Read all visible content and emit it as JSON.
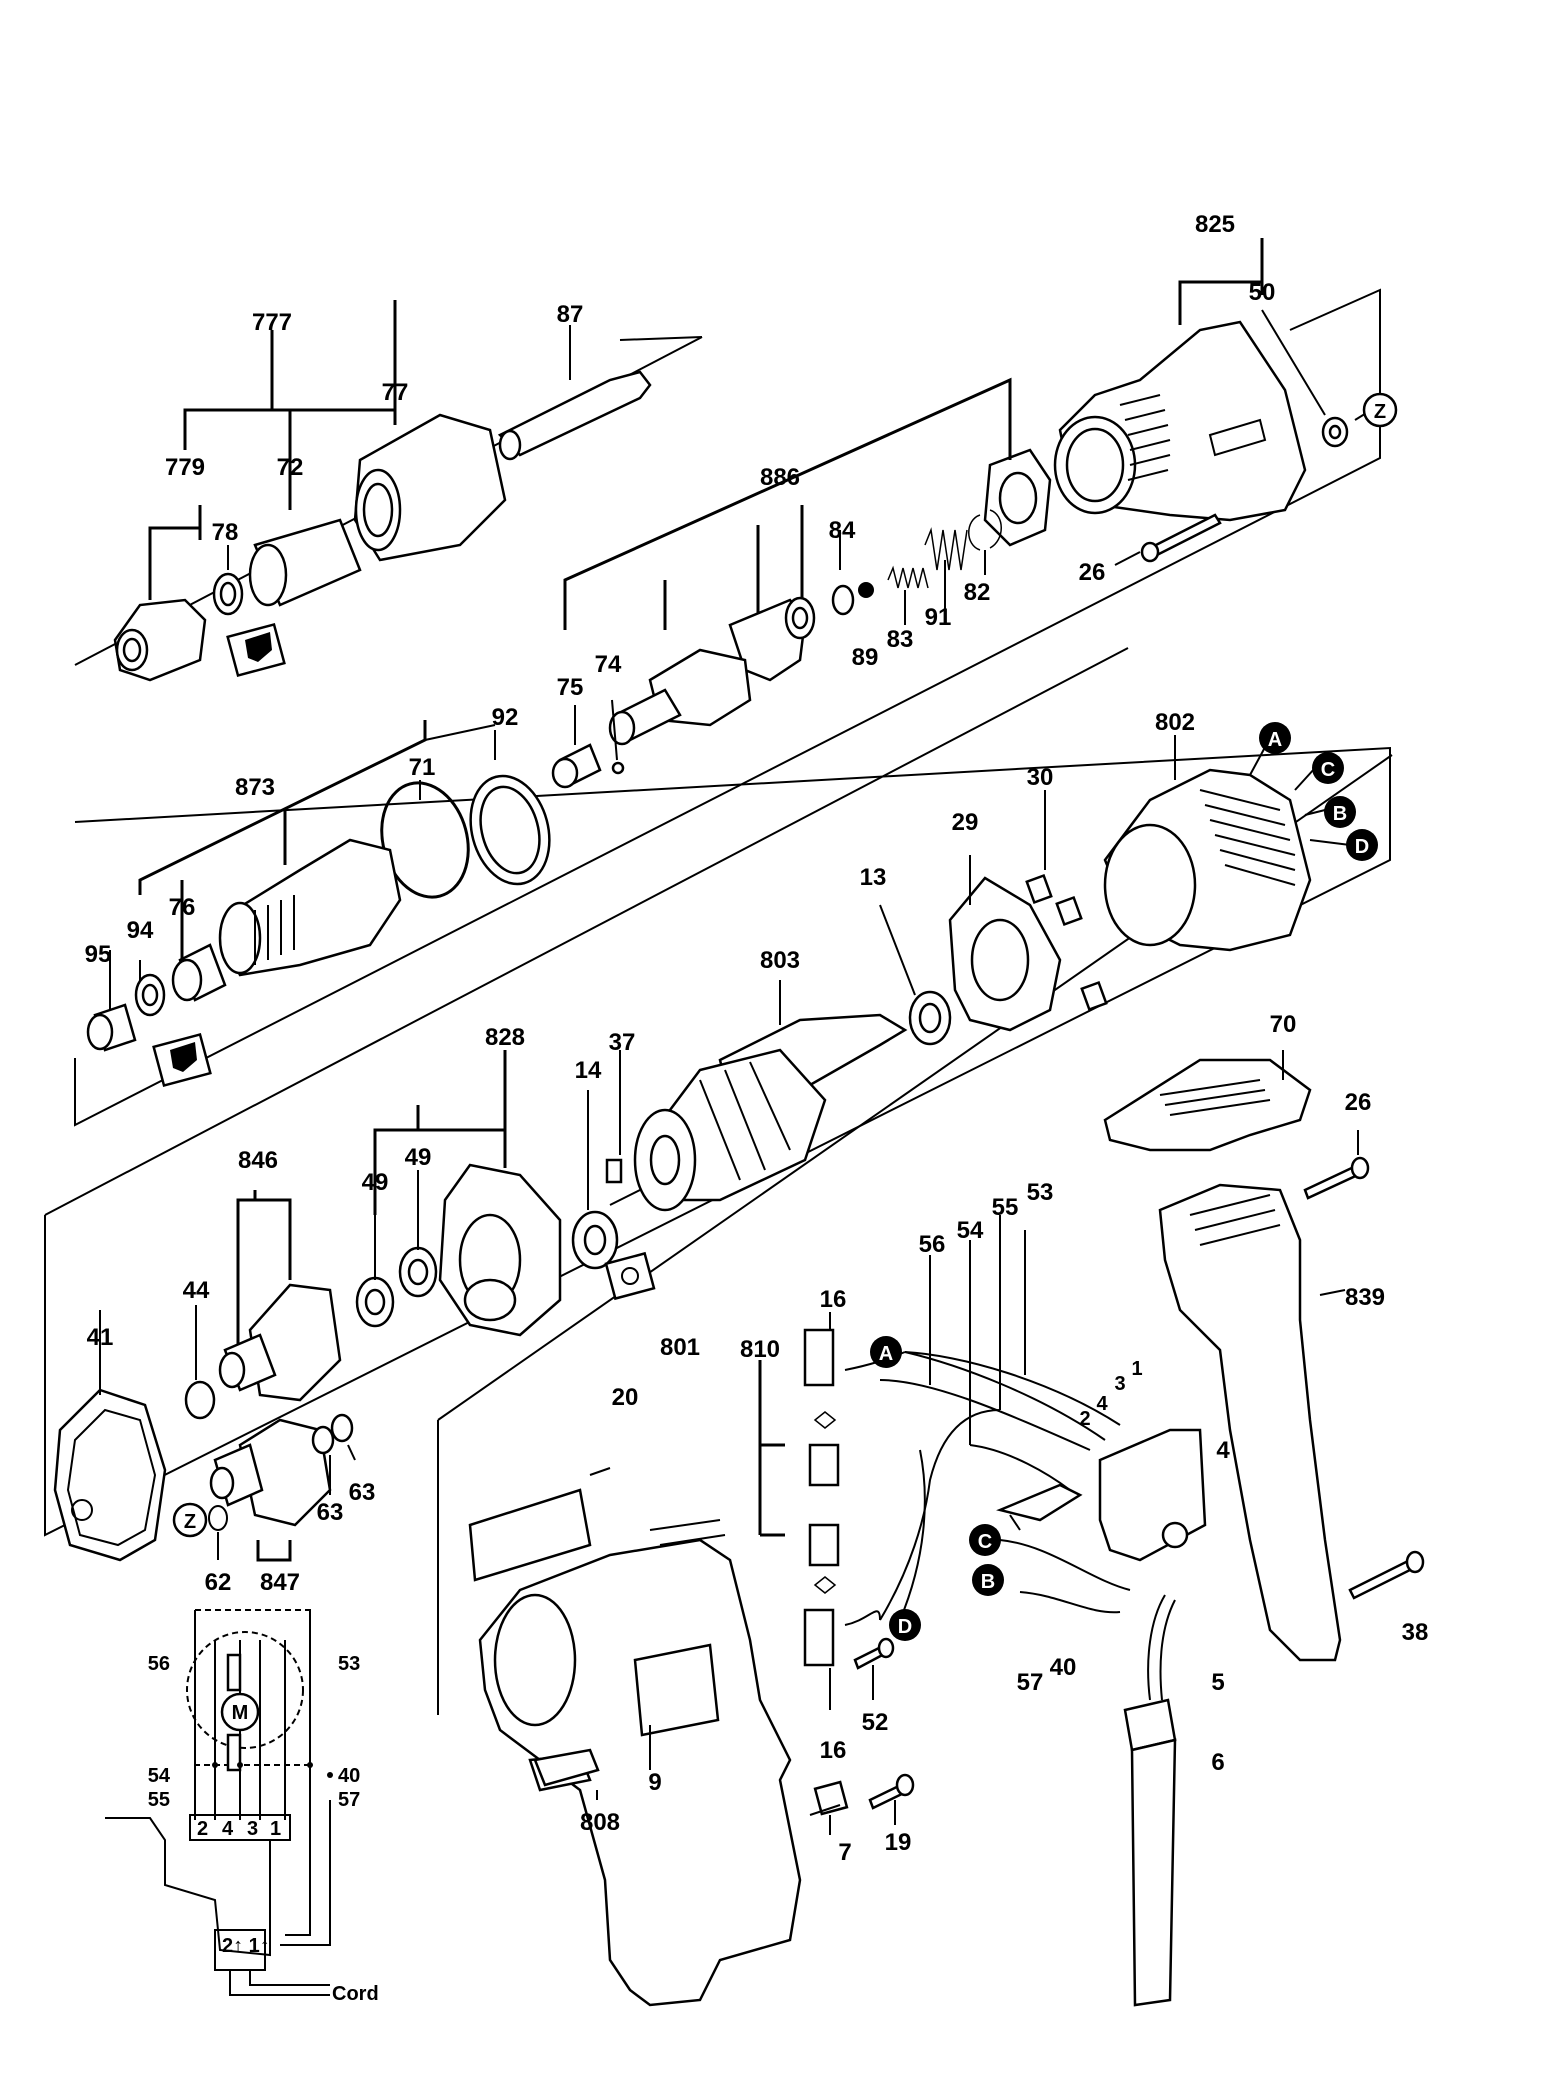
{
  "labels": {
    "l777": "777",
    "l779": "779",
    "l72": "72",
    "l77": "77",
    "l78": "78",
    "l87": "87",
    "l825": "825",
    "l50": "50",
    "l26a": "26",
    "l886": "886",
    "l84": "84",
    "l82": "82",
    "l83": "83",
    "l89": "89",
    "l91": "91",
    "l75": "75",
    "l74": "74",
    "l873": "873",
    "l92": "92",
    "l71": "71",
    "l95": "95",
    "l94": "94",
    "l76": "76",
    "l802": "802",
    "l30": "30",
    "l29": "29",
    "l13": "13",
    "l803": "803",
    "l828": "828",
    "l49a": "49",
    "l49b": "49",
    "l14": "14",
    "l37": "37",
    "l846": "846",
    "l44": "44",
    "l41": "41",
    "l63a": "63",
    "l63b": "63",
    "l62": "62",
    "l847": "847",
    "l70": "70",
    "l26b": "26",
    "l839": "839",
    "l38": "38",
    "l53": "53",
    "l55": "55",
    "l54": "54",
    "l56": "56",
    "l16a": "16",
    "l16b": "16",
    "l810": "810",
    "l801": "801",
    "l20": "20",
    "l9": "9",
    "l808": "808",
    "l52": "52",
    "l7": "7",
    "l19": "19",
    "l4": "4",
    "l57": "57",
    "l40": "40",
    "l5": "5",
    "l6": "6",
    "w1": "1",
    "w2": "2",
    "w3": "3",
    "w4": "4"
  },
  "markers": {
    "A1": "A",
    "C1": "C",
    "B1": "B",
    "D1": "D",
    "A2": "A",
    "C2": "C",
    "B2": "B",
    "D2": "D",
    "Z1": "Z",
    "Z2": "Z"
  },
  "wiring": {
    "l56": "56",
    "l53": "53",
    "l54": "54",
    "l55": "55",
    "l40": "40",
    "l57": "57",
    "motor": "M",
    "terminals": [
      "2",
      "4",
      "3",
      "1"
    ],
    "bottom": "2↑ 1↑",
    "cord": "Cord"
  }
}
